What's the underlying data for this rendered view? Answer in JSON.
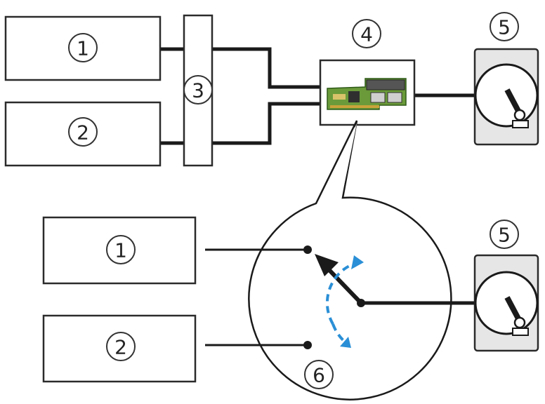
{
  "labels": {
    "source_1_top": "1",
    "source_2_top": "2",
    "splitter": "3",
    "switch_board": "4",
    "disk_top": "5",
    "source_1_bottom": "1",
    "source_2_bottom": "2",
    "disk_bottom": "5",
    "switch_detail": "6"
  },
  "colors": {
    "line": "#1a1a1a",
    "disk_panel": "#e6e6e6",
    "board": "#6a9a3a",
    "switch_arrows": "#2a8fd6"
  },
  "icons": {
    "disk": "hard-disk-icon",
    "board": "circuit-board-icon",
    "switch": "rotary-switch-icon"
  }
}
